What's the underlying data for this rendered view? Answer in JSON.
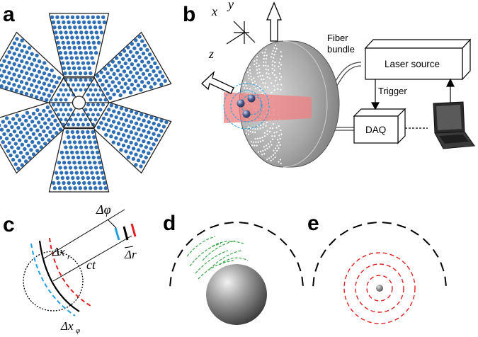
{
  "panels": {
    "a": "a",
    "b": "b",
    "c": "c",
    "d": "d",
    "e": "e"
  },
  "panel_b": {
    "axis_x": "x",
    "axis_y": "y",
    "axis_z": "z",
    "fiber_line1": "Fiber",
    "fiber_line2": "bundle",
    "laser_source": "Laser source",
    "trigger": "Trigger",
    "daq": "DAQ"
  },
  "panel_c": {
    "delta_phi": "Δφ",
    "delta_xr": "Δx",
    "delta_xr_sub": "r",
    "ct": "ct",
    "delta_r": "Δr",
    "delta_xphi": "Δx",
    "delta_xphi_sub": "φ"
  },
  "colors": {
    "dot_blue": "#2f6fb5",
    "dome_gray": "#a6a6a6",
    "laser_red": "#f08080",
    "dash_red": "#e02020",
    "dash_blue": "#1fa0e0",
    "dash_green": "#3aa64a"
  }
}
